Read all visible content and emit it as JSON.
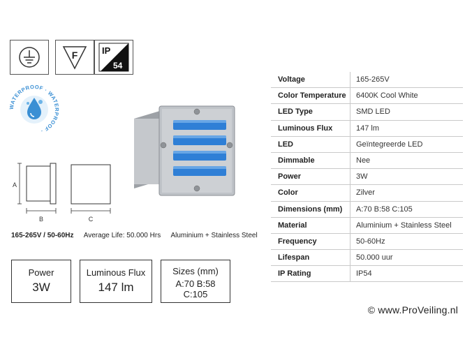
{
  "certifications": {
    "ground": "ground-symbol",
    "class_f": "F",
    "ip_top": "IP",
    "ip_bottom": "54"
  },
  "badge": {
    "arc_text": "WATERPROOF · WATERPROOF ·"
  },
  "dimensions_drawing": {
    "label_a": "A",
    "label_b": "B",
    "label_c": "C"
  },
  "spec_line": {
    "voltage": "165-265V / 50-60Hz",
    "life": "Average Life:  50.000 Hrs",
    "material": "Aluminium + Stainless Steel"
  },
  "boxes": {
    "power_title": "Power",
    "power_value": "3W",
    "flux_title": "Luminous Flux",
    "flux_value": "147 lm",
    "sizes_title": "Sizes (mm)",
    "sizes_line1": "A:70 B:58",
    "sizes_line2": "C:105"
  },
  "specs": [
    {
      "key": "Voltage",
      "value": "165-265V"
    },
    {
      "key": "Color Temperature",
      "value": "6400K Cool White"
    },
    {
      "key": "LED Type",
      "value": "SMD LED"
    },
    {
      "key": "Luminous Flux",
      "value": "147 lm"
    },
    {
      "key": "LED",
      "value": "Geïntegreerde LED"
    },
    {
      "key": "Dimmable",
      "value": "Nee"
    },
    {
      "key": "Power",
      "value": "3W"
    },
    {
      "key": "Color",
      "value": "Zilver"
    },
    {
      "key": "Dimensions (mm)",
      "value": "A:70 B:58 C:105"
    },
    {
      "key": "Material",
      "value": "Aluminium + Stainless Steel"
    },
    {
      "key": "Frequency",
      "value": "50-60Hz"
    },
    {
      "key": "Lifespan",
      "value": "50.000 uur"
    },
    {
      "key": "IP Rating",
      "value": "IP54"
    }
  ],
  "copyright": "© www.ProVeiling.nl",
  "colors": {
    "led_blue": "#2f7fd6",
    "steel": "#b9bdc2",
    "badge_blue": "#3a8fd4"
  }
}
